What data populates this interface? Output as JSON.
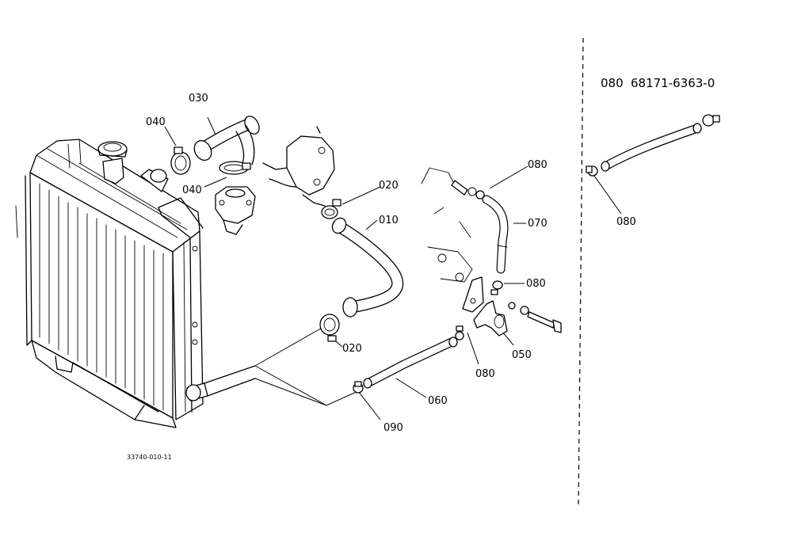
{
  "diagram": {
    "header_code": "080",
    "header_part_number": "68171-6363-0",
    "drawing_code": "33740-010-11",
    "callouts": {
      "c010": "010",
      "c020_upper": "020",
      "c020_lower": "020",
      "c030": "030",
      "c040_upper": "040",
      "c040_lower": "040",
      "c050": "050",
      "c060": "060",
      "c070": "070",
      "c080_top": "080",
      "c080_mid": "080",
      "c080_lower": "080",
      "c080_right": "080",
      "c090": "090"
    }
  }
}
